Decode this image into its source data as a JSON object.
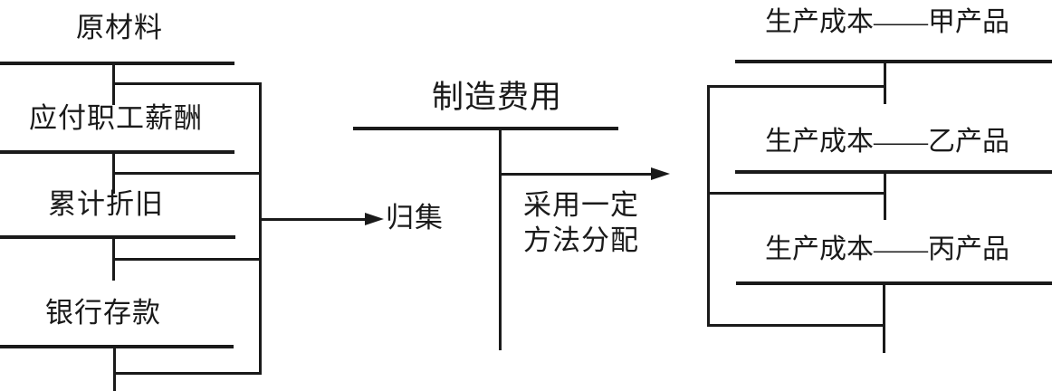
{
  "colors": {
    "line": "#1a1a1a",
    "text": "#1a1a1a",
    "background": "#ffffff"
  },
  "left_accounts": [
    {
      "label": "原材料"
    },
    {
      "label": "应付职工薪酬"
    },
    {
      "label": "累计折旧"
    },
    {
      "label": "银行存款"
    }
  ],
  "center_account": {
    "label": "制造费用"
  },
  "flow": {
    "collect_label": "归集",
    "allocate_label_line1": "采用一定",
    "allocate_label_line2": "方法分配"
  },
  "right_accounts": [
    {
      "label": "生产成本——甲产品"
    },
    {
      "label": "生产成本——乙产品"
    },
    {
      "label": "生产成本——丙产品"
    }
  ]
}
